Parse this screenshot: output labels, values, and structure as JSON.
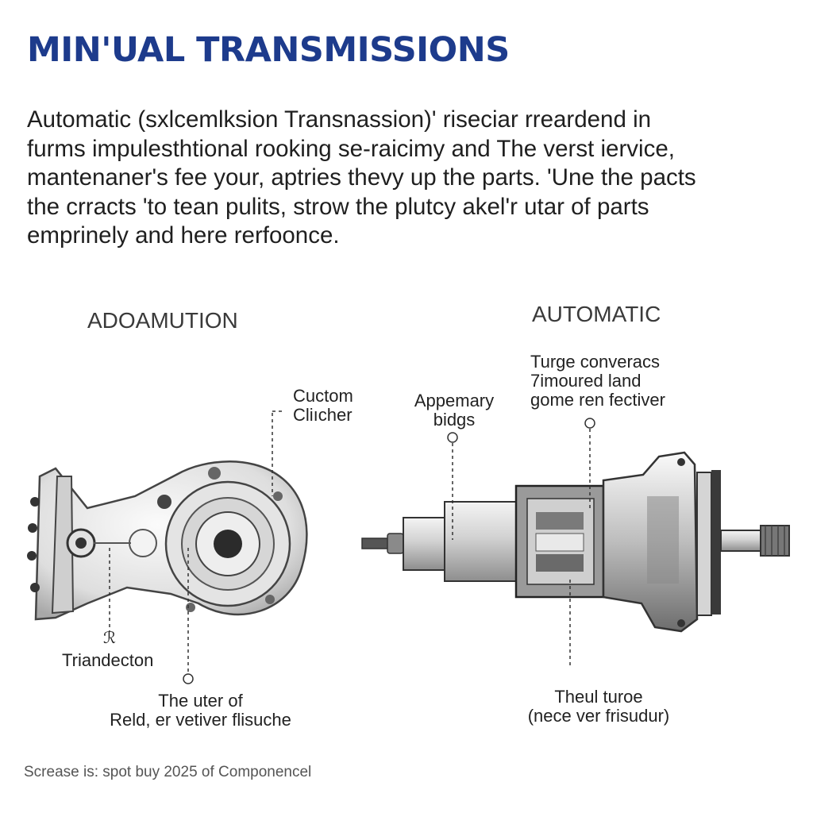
{
  "title": "MIN'UAL TRANSMISSIONS",
  "intro": [
    "Automatic (sxlcemlksion Transnassion)' risecіar rreardend in",
    "furms impulesthtional rooking se-raicimy and The verst iervice,",
    "mantenaner's fee your, aptries thevy up the parts. 'Une the pacts",
    "the crracts 'to tean pulits, strow the plutcy akel'r utar of parts",
    "emprinely and here rerfoonce."
  ],
  "left_diagram": {
    "heading": "ADOAMUTION",
    "label_top": [
      "Cuctom",
      "Cliıcher"
    ],
    "marker_glyph": "ℛ",
    "label_left": "Triandecton",
    "label_bottom": [
      "The uter of",
      "Reld, er vetiver flisuche"
    ]
  },
  "right_diagram": {
    "heading": "AUTOMATIC",
    "label_left": [
      "Appemary",
      "bidgs"
    ],
    "label_top": [
      "Turge converacs",
      "7imoured land",
      "gome ren fectiver"
    ],
    "label_bottom": [
      "Theul turoe",
      "(nece ver frisudur)"
    ]
  },
  "footnote": "Screase is: spot buy 2025 of Componencel",
  "colors": {
    "title": "#1d3b8c",
    "metal_light": "#e6e6e6",
    "metal_dark": "#3a3a3a",
    "background": "#ffffff"
  },
  "icons": [
    "bell-housing-drawing",
    "automatic-transmission-drawing",
    "callout-circle"
  ]
}
